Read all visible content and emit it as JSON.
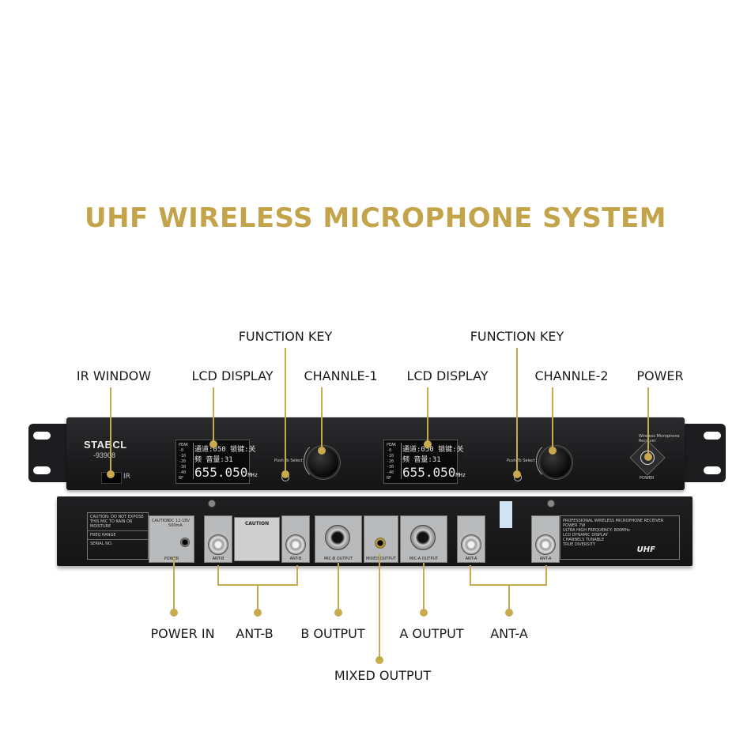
{
  "title": "UHF WIRELESS MICROPHONE SYSTEM",
  "top_labels": {
    "function_key_1": "FUNCTION KEY",
    "function_key_2": "FUNCTION KEY",
    "ir_window": "IR WINDOW",
    "lcd_display_1": "LCD DISPLAY",
    "channel_1": "CHANNLE-1",
    "lcd_display_2": "LCD DISPLAY",
    "channel_2": "CHANNLE-2",
    "power": "POWER"
  },
  "bottom_labels": {
    "power_in": "POWER IN",
    "ant_b": "ANT-B",
    "b_output": "B OUTPUT",
    "a_output": "A OUTPUT",
    "ant_a": "ANT-A",
    "mixed_output": "MIXED OUTPUT"
  },
  "device": {
    "brand": "STABCL",
    "model": "-93908",
    "ir_text": "IR",
    "lcd": {
      "line1": "通道:050 锁键:关",
      "line2": "频    音量:31",
      "frequency": "655.050",
      "unit": "MHz",
      "meter": [
        "PEAK",
        "-0",
        "-10",
        "-20",
        "-30",
        "-40",
        "RF"
      ]
    },
    "push_to_select": "Push To Select",
    "power_label": "POWER",
    "wireless_logo_text": "Wireless Microphone Receiver"
  },
  "back_panel": {
    "caution_title": "CAUTION:",
    "caution_text": "DO NOT EXPOSE THIS MIC TO RAIN OR MOISTURE",
    "freq_range": "FREQ RANGE",
    "serial_no": "SERIAL NO.",
    "power_plate_caution": "CAUTION",
    "power_plate_dc": "DC 12-18V 500mA",
    "power_plate_cap": "POWER",
    "ant_b_cap": "ANT-B",
    "caution_center": "CAUTION",
    "mic_b_output_cap": "MIC-B OUTPUT",
    "mixed_output_cap": "MIXED OUTPUT",
    "mic_a_output_cap": "MIC-A OUTPUT",
    "ant_a_cap": "ANT-A",
    "spec_lines": [
      "PROFESSIONAL WIRELESS MICROPHONE RECEIVER",
      "POWER 7W",
      "ULTRA HIGH FREQUENCY: 800MHz",
      "LCD DYNAMIC DISPLAY",
      "CHANNELS TUNABLE",
      "TRUE DIVERSITY"
    ],
    "spec_badge": "UHF"
  },
  "colors": {
    "accent_gold": "#c4a44a",
    "leader_gold": "#c8a94e",
    "device_body": "#1c1c1e"
  }
}
